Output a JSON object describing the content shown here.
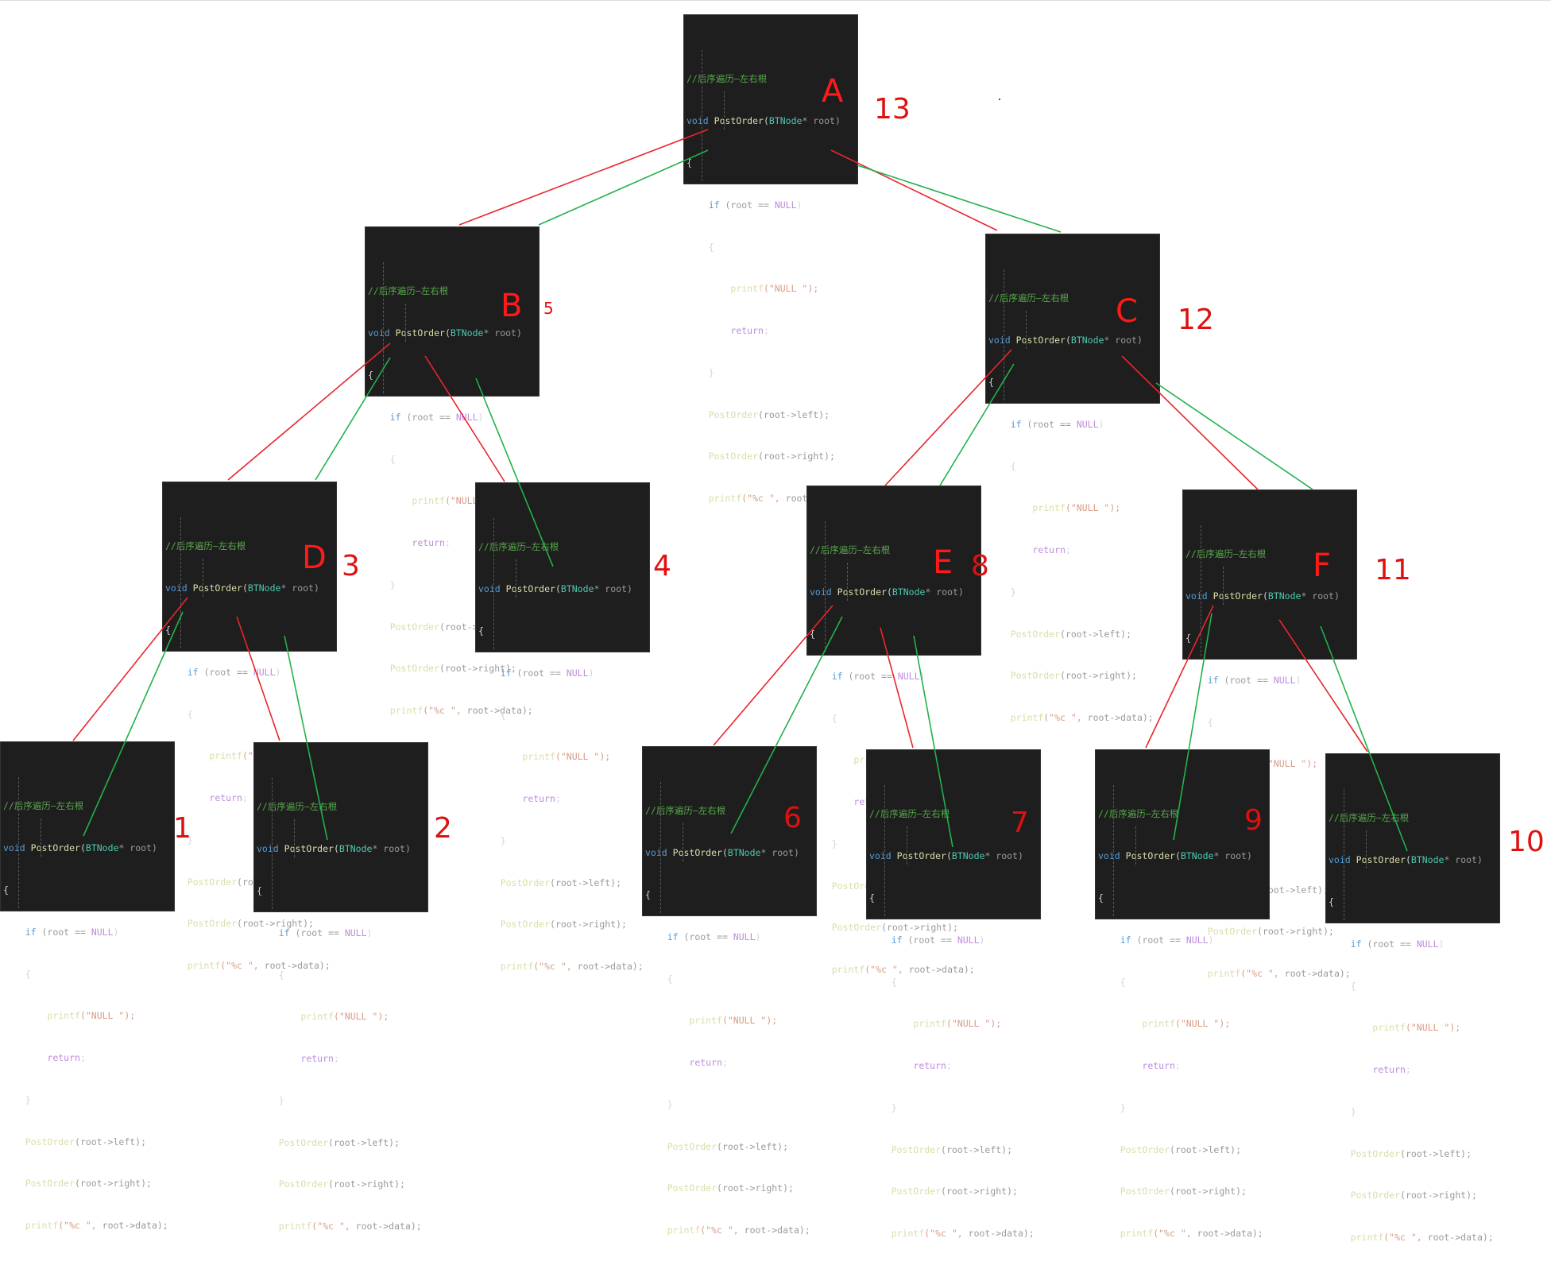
{
  "code": {
    "comment": "//后序遍历—左右根",
    "kw_void": "void",
    "fn_name": "PostOrder",
    "open_paren": "(",
    "type_name": "BTNode",
    "param": "* root)",
    "brace_open": "{",
    "brace_close": "}",
    "kw_if": "if",
    "cond": " (root == ",
    "null_macro": "NULL",
    "cond_close": ")",
    "printf_fn": "printf",
    "null_str": "(\"NULL \");",
    "kw_return": "return",
    "semicolon": ";",
    "call_left": "PostOrder",
    "arg_left": "(root->left);",
    "arg_right": "(root->right);",
    "printf_fmt": "(\"%c \", ",
    "printf_arg": "root->data);"
  },
  "nodes": [
    {
      "id": "A",
      "label": "A",
      "order": "13"
    },
    {
      "id": "B",
      "label": "B",
      "order": "5"
    },
    {
      "id": "C",
      "label": "C",
      "order": "12"
    },
    {
      "id": "D",
      "label": "D",
      "order": "3"
    },
    {
      "id": "B-right-null",
      "label": "",
      "order": "4"
    },
    {
      "id": "E",
      "label": "E",
      "order": "8"
    },
    {
      "id": "F",
      "label": "F",
      "order": "11"
    },
    {
      "id": "D-left-null",
      "label": "",
      "order": "1"
    },
    {
      "id": "D-right-null",
      "label": "",
      "order": "2"
    },
    {
      "id": "E-left-null",
      "label": "",
      "order": "6"
    },
    {
      "id": "E-right-null",
      "label": "",
      "order": "7"
    },
    {
      "id": "F-left-null",
      "label": "",
      "order": "9"
    },
    {
      "id": "F-right-null",
      "label": "",
      "order": "10"
    }
  ],
  "colors": {
    "call_line": "#e8262d",
    "return_line": "#22b14c",
    "annotation": "#ff1a1a",
    "editor_bg": "#1e1e1e"
  }
}
